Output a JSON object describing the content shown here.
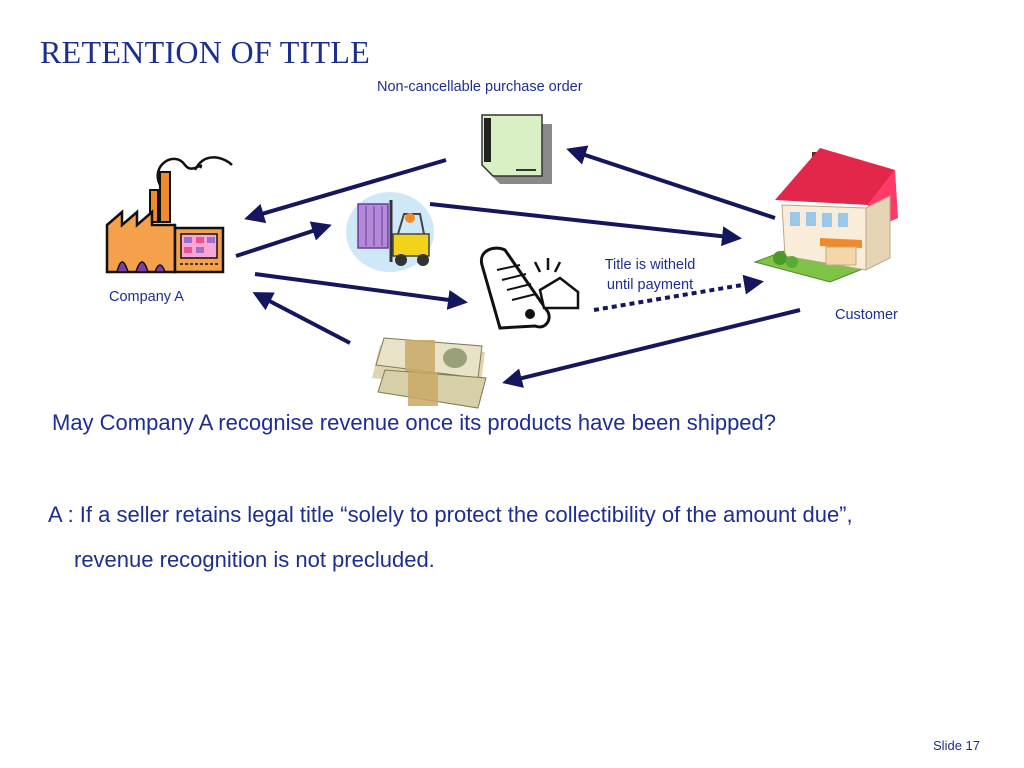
{
  "slide": {
    "title": "RETENTION OF TITLE",
    "number": "Slide 17"
  },
  "diagram": {
    "purchase_order_label": "Non-cancellable purchase order",
    "company_label": "Company A",
    "customer_label": "Customer",
    "title_note_line1": "Title is witheld",
    "title_note_line2": "until payment"
  },
  "body": {
    "question": "May Company A recognise revenue once its products have been shipped?",
    "answer_line1": "A : If a seller retains legal title “solely to protect the collectibility of the amount due”,",
    "answer_line2": "revenue recognition is not precluded."
  },
  "colors": {
    "text": "#1c2f8f",
    "arrow": "#14165e"
  }
}
